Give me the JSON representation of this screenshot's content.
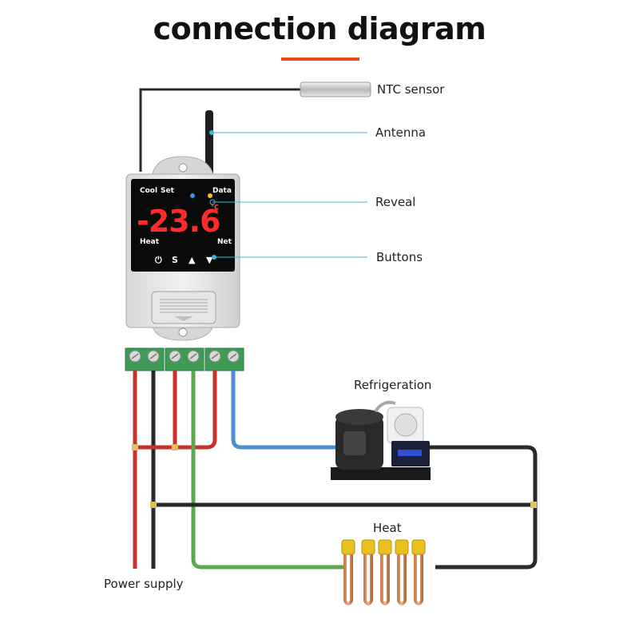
{
  "title": "connection diagram",
  "labels": {
    "ntc_sensor": "NTC sensor",
    "antenna": "Antenna",
    "reveal": "Reveal",
    "buttons": "Buttons",
    "refrigeration": "Refrigeration",
    "heat": "Heat",
    "power_supply": "Power supply"
  },
  "device": {
    "display": {
      "cool": "Cool",
      "set": "Set",
      "data": "Data",
      "heat": "Heat",
      "net": "Net",
      "reading": "-23.6",
      "unit": "°C"
    },
    "buttons": {
      "power": "⏻",
      "set": "S",
      "up": "▲",
      "down": "▼"
    }
  },
  "colors": {
    "accent": "#e8481c",
    "leader_line": "#3fb8d8",
    "wire_red": "#c8322c",
    "wire_black": "#2a2a2a",
    "wire_green": "#5aa84e",
    "wire_blue": "#4a90d0",
    "lcd_red": "#ff2a2a"
  }
}
